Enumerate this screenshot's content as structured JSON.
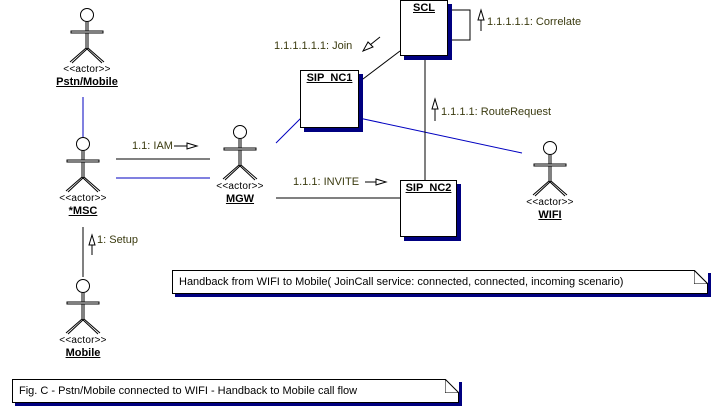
{
  "diagram": {
    "type": "UML collaboration diagram",
    "colors": {
      "link_black": "#000000",
      "link_blue": "#0000c0",
      "shadow": "#000080",
      "message_text": "#3b3b10"
    },
    "actors": [
      {
        "id": "pstn_mobile",
        "stereotype": "<<actor>>",
        "name": "Pstn/Mobile"
      },
      {
        "id": "msc",
        "stereotype": "<<actor>>",
        "name": "*MSC"
      },
      {
        "id": "mobile",
        "stereotype": "<<actor>>",
        "name": "Mobile"
      },
      {
        "id": "mgw",
        "stereotype": "<<actor>>",
        "name": "MGW"
      },
      {
        "id": "wifi",
        "stereotype": "<<actor>>",
        "name": "WIFI"
      }
    ],
    "objects": [
      {
        "id": "scl",
        "name": "SCL"
      },
      {
        "id": "sip_nc1",
        "name": "SIP_NC1"
      },
      {
        "id": "sip_nc2",
        "name": "SIP_NC2"
      }
    ],
    "messages": [
      {
        "label": "1: Setup",
        "from": "Mobile",
        "to": "*MSC"
      },
      {
        "label": "1.1: IAM",
        "from": "*MSC",
        "to": "MGW"
      },
      {
        "label": "1.1.1: INVITE",
        "from": "MGW",
        "to": "SIP_NC2"
      },
      {
        "label": "1.1.1.1: RouteRequest",
        "from": "SIP_NC2",
        "to": "SCL"
      },
      {
        "label": "1.1.1.1.1: Correlate",
        "from": "SCL",
        "to": "SCL"
      },
      {
        "label": "1.1.1.1.1.1: Join",
        "from": "SCL",
        "to": "SIP_NC1"
      }
    ],
    "notes": [
      {
        "id": "scenario_note",
        "text": "Handback from WIFI to Mobile( JoinCall service: connected, connected, incoming scenario)"
      },
      {
        "id": "figure_caption",
        "text": "Fig. C - Pstn/Mobile connected to WIFI - Handback to Mobile call flow"
      }
    ]
  }
}
